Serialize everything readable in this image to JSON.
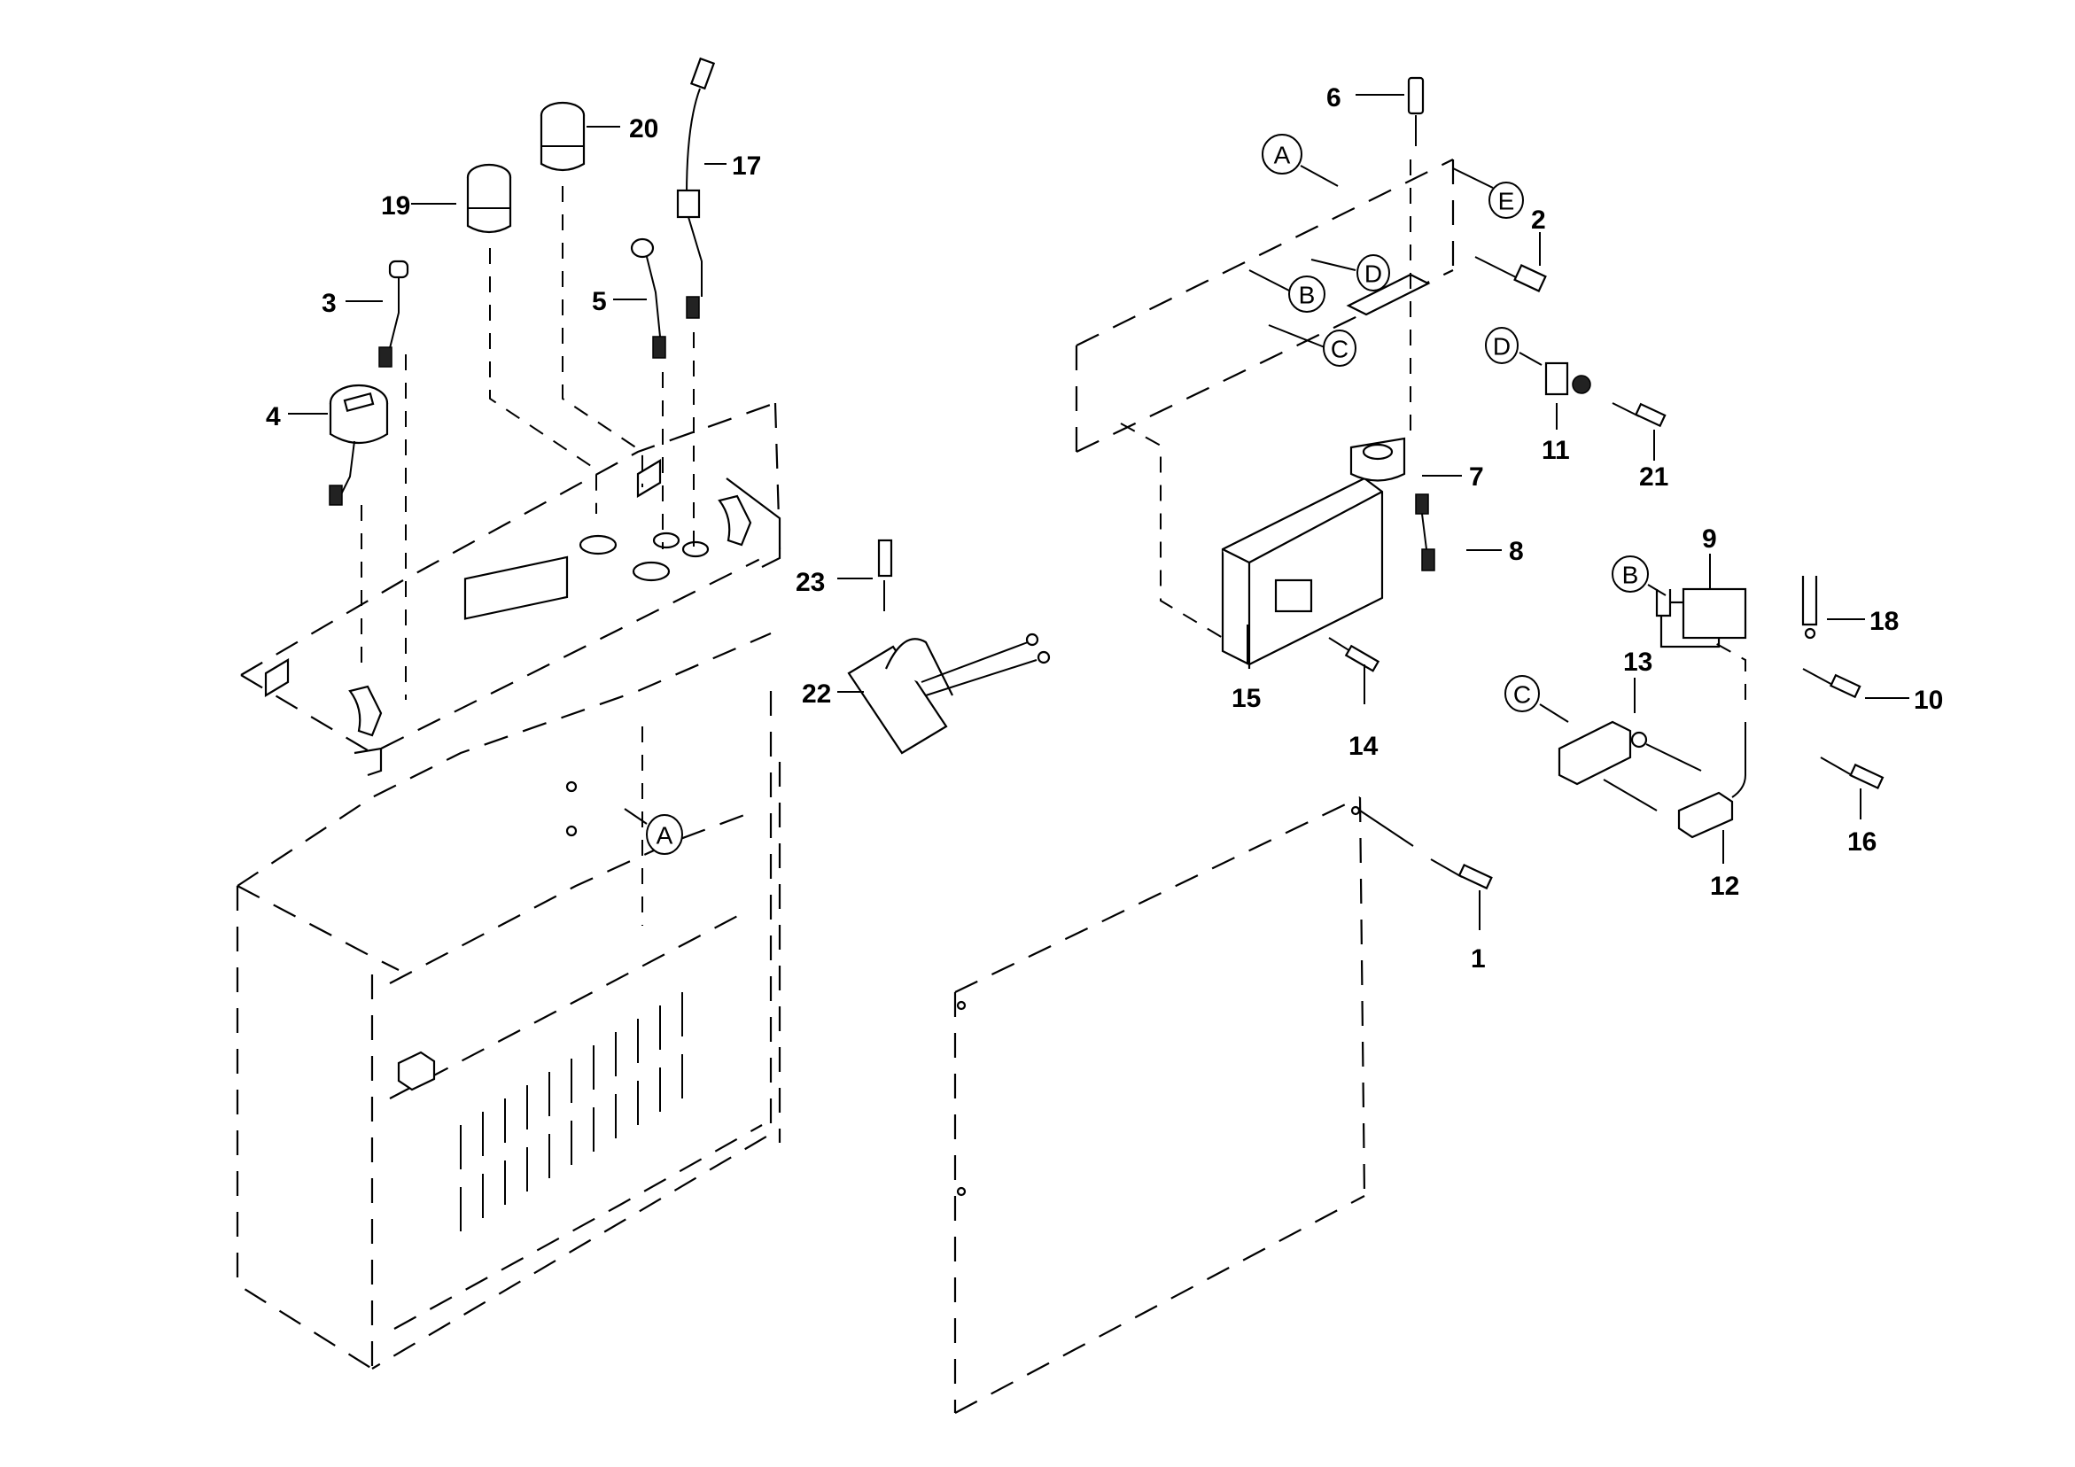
{
  "diagram": {
    "title": "",
    "type": "exploded parts diagram",
    "callouts": [
      {
        "id": "1",
        "label": "1"
      },
      {
        "id": "2",
        "label": "2"
      },
      {
        "id": "3",
        "label": "3"
      },
      {
        "id": "4",
        "label": "4"
      },
      {
        "id": "5",
        "label": "5"
      },
      {
        "id": "6",
        "label": "6"
      },
      {
        "id": "7",
        "label": "7"
      },
      {
        "id": "8",
        "label": "8"
      },
      {
        "id": "9",
        "label": "9"
      },
      {
        "id": "10",
        "label": "10"
      },
      {
        "id": "11",
        "label": "11"
      },
      {
        "id": "12",
        "label": "12"
      },
      {
        "id": "13",
        "label": "13"
      },
      {
        "id": "14",
        "label": "14"
      },
      {
        "id": "15",
        "label": "15"
      },
      {
        "id": "16",
        "label": "16"
      },
      {
        "id": "17",
        "label": "17"
      },
      {
        "id": "18",
        "label": "18"
      },
      {
        "id": "19",
        "label": "19"
      },
      {
        "id": "20",
        "label": "20"
      },
      {
        "id": "21",
        "label": "21"
      },
      {
        "id": "22",
        "label": "22"
      },
      {
        "id": "23",
        "label": "23"
      }
    ],
    "reference_letters": [
      {
        "id": "A-housing",
        "label": "A"
      },
      {
        "id": "A-panel",
        "label": "A"
      },
      {
        "id": "B-panel",
        "label": "B"
      },
      {
        "id": "C-panel",
        "label": "C"
      },
      {
        "id": "D-panel",
        "label": "D"
      },
      {
        "id": "E-panel",
        "label": "E"
      },
      {
        "id": "D-part11",
        "label": "D"
      },
      {
        "id": "B-part9",
        "label": "B"
      },
      {
        "id": "C-part13",
        "label": "C"
      }
    ]
  }
}
